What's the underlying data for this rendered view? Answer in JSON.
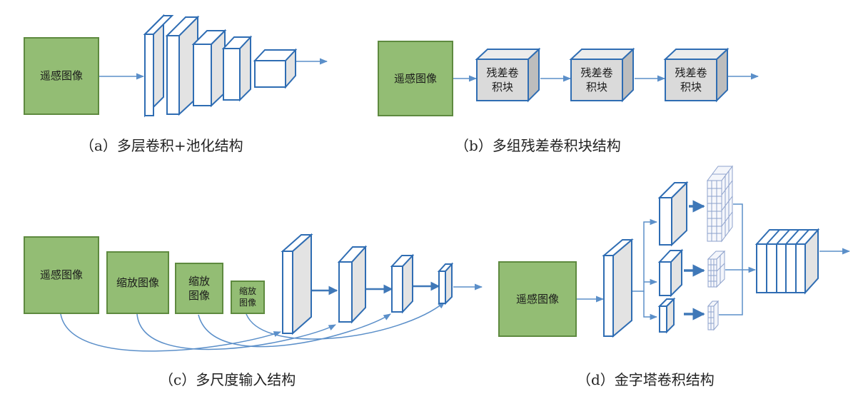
{
  "colors": {
    "green_fill": "#93bd74",
    "green_border": "#5e8a3f",
    "blue_stroke": "#2f6db3",
    "arrow": "#5b8fc9",
    "gray_fill": "#e3e3e3",
    "grid_stroke": "#8ea2cc"
  },
  "panel_a": {
    "input_label": "遥感图像",
    "caption": "（a）多层卷积+池化结构"
  },
  "panel_b": {
    "input_label": "遥感图像",
    "block_label_line1": "残差卷",
    "block_label_line2": "积块",
    "caption": "（b）多组残差卷积块结构"
  },
  "panel_c": {
    "input_label": "遥感图像",
    "scaled_label_1": "缩放图像",
    "scaled_label_2_line1": "缩放",
    "scaled_label_2_line2": "图像",
    "scaled_label_3_line1": "缩放",
    "scaled_label_3_line2": "图像",
    "caption": "（c）多尺度输入结构"
  },
  "panel_d": {
    "input_label": "遥感图像",
    "caption": "（d）金字塔卷积结构"
  }
}
